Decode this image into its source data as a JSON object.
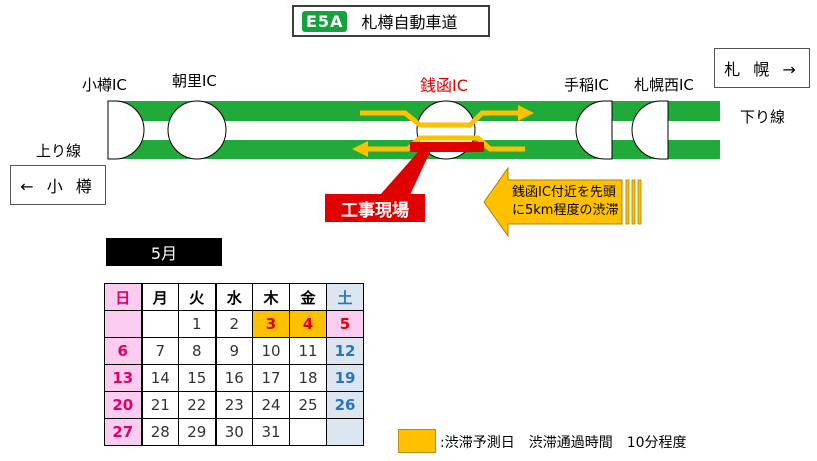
{
  "title": {
    "route_code": "E5A",
    "route_name": "札樽自動車道"
  },
  "interchanges": [
    {
      "name": "小樽IC"
    },
    {
      "name": "朝里IC"
    },
    {
      "name": "銭函IC"
    },
    {
      "name": "手稲IC"
    },
    {
      "name": "札幌西IC"
    }
  ],
  "directions": {
    "up_label": "上り線",
    "down_label": "下り線",
    "left_box": "← 小 樽",
    "right_box": "札 幌 →"
  },
  "work_site": "工事現場",
  "jam_note": {
    "line1": "銭函IC付近を先頭",
    "line2": "に5km程度の渋滞"
  },
  "colors": {
    "road": "#1faa3a",
    "jam": "#ffc000",
    "work": "#e00000"
  },
  "calendar": {
    "month": "5月",
    "weekdays": [
      "日",
      "月",
      "火",
      "水",
      "木",
      "金",
      "土"
    ],
    "weeks": [
      [
        "",
        "",
        "1",
        "2",
        "3",
        "4",
        "5"
      ],
      [
        "6",
        "7",
        "8",
        "9",
        "10",
        "11",
        "12"
      ],
      [
        "13",
        "14",
        "15",
        "16",
        "17",
        "18",
        "19"
      ],
      [
        "20",
        "21",
        "22",
        "23",
        "24",
        "25",
        "26"
      ],
      [
        "27",
        "28",
        "29",
        "30",
        "31",
        "",
        ""
      ]
    ],
    "predicted_days": [
      "3",
      "4"
    ]
  },
  "legend": {
    "text": ":渋滞予測日　渋滞通過時間　10分程度"
  }
}
